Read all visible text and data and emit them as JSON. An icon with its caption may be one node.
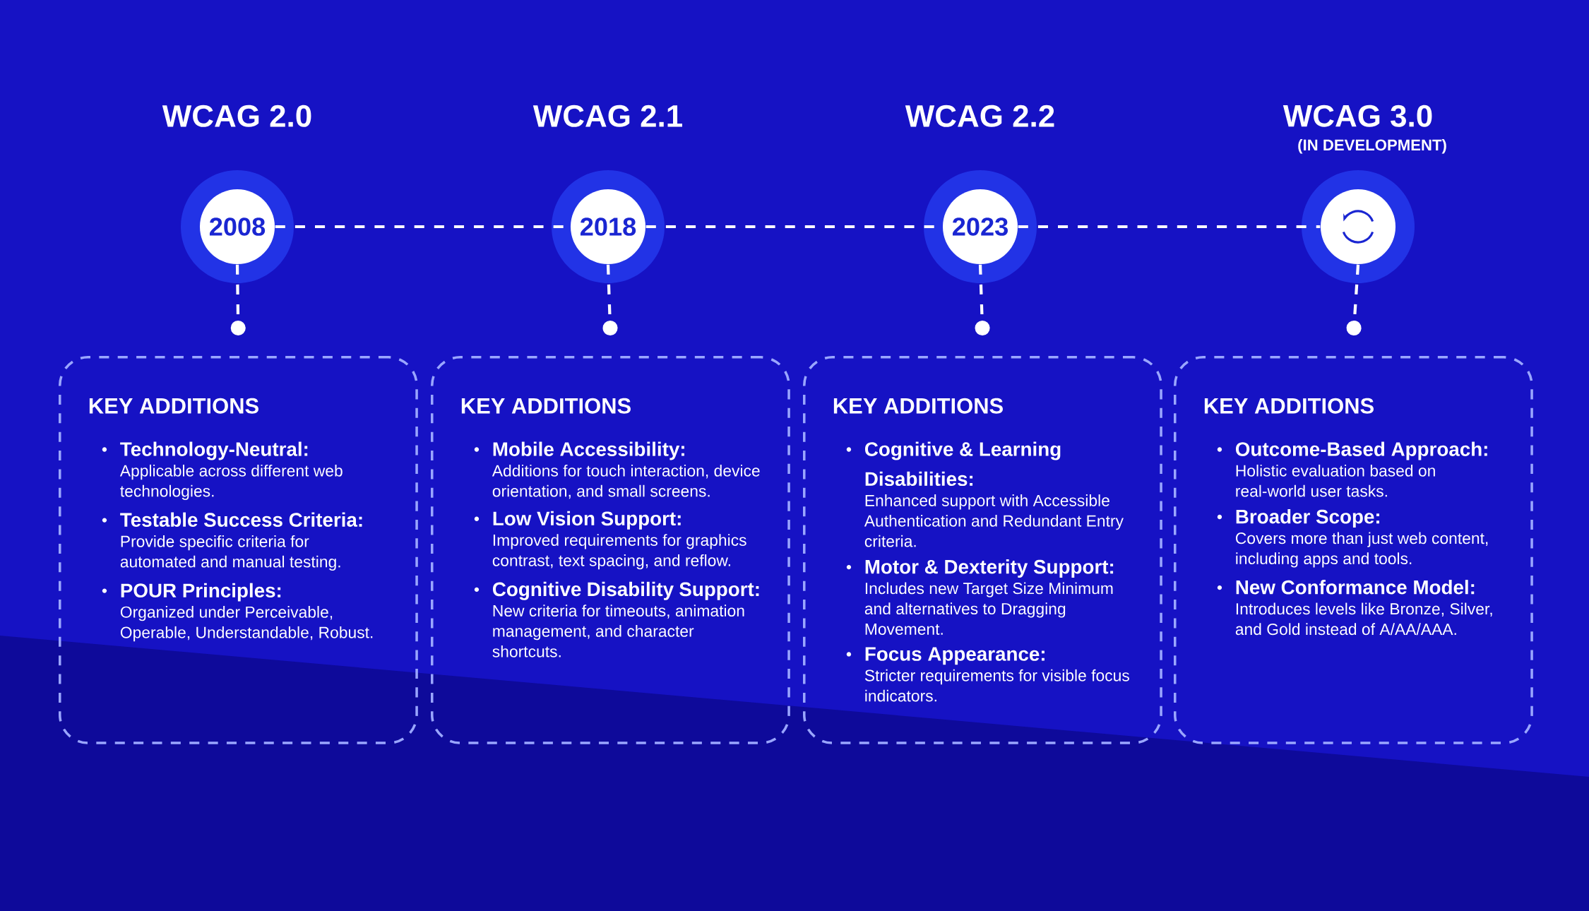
{
  "diagram": {
    "nodes": [
      {
        "text": [
          "WCAG 2.0",
          "2008"
        ]
      },
      {
        "text": [
          "WCAG 2.1",
          "2018"
        ]
      },
      {
        "text": [
          "WCAG 2.2",
          "2023"
        ]
      },
      {
        "text": [
          "WCAG 3.0"
        ],
        "beside": [
          "(IN DEVELOPMENT)"
        ]
      },
      {
        "text": [
          "KEY ADDITIONS",
          "Technology-Neutral:",
          "Applicable across different web technologies.",
          "Testable Success Criteria:",
          "Provide specific criteria for automated and manual testing.",
          "POUR Principles:",
          "Organized under Perceivable, Operable, Understandable, Robust."
        ]
      },
      {
        "text": [
          "KEY ADDITIONS",
          "Mobile Accessibility:",
          "Additions for touch interaction, device orientation, and small screens.",
          "Low Vision Support:",
          "Improved requirements for graphics contrast, text spacing, and reflow.",
          "Cognitive Disability Support:",
          "New criteria for timeouts, animation management, and character shortcuts."
        ]
      },
      {
        "text": [
          "KEY ADDITIONS",
          "Cognitive & Learning Disabilities:",
          "Enhanced support with Accessible Authentication and Redundant Entry criteria.",
          "Motor & Dexterity Support:",
          "Includes new Target Size Minimum and alternatives to Dragging Movement.",
          "Focus Appearance:",
          "Stricter requirements for visible focus indicators."
        ]
      },
      {
        "text": [
          "KEY ADDITIONS",
          "Outcome-Based Approach:",
          "Holistic evaluation based on real-world user tasks.",
          "Broader Scope:",
          "Covers more than just web content, including apps and tools.",
          "New Conformance Model:",
          "Introduces levels like Bronze, Silver, and Gold instead of A/AA/AAA."
        ]
      }
    ],
    "edges": [
      {
        "from": 0,
        "to": 1,
        "arrow": "none",
        "style": "dashed"
      },
      {
        "from": 1,
        "to": 2,
        "arrow": "none",
        "style": "dashed"
      },
      {
        "from": 2,
        "to": 3,
        "arrow": "none",
        "style": "dashed"
      },
      {
        "from": 0,
        "to": 4,
        "arrow": "other",
        "style": "dashed"
      },
      {
        "from": 1,
        "to": 5,
        "arrow": "other",
        "style": "dashed"
      },
      {
        "from": 2,
        "to": 6,
        "arrow": "other",
        "style": "dashed"
      },
      {
        "from": 3,
        "to": 7,
        "arrow": "other",
        "style": "dashed"
      }
    ]
  }
}
